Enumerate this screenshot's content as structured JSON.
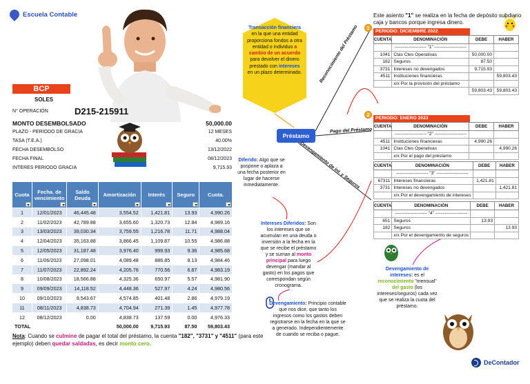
{
  "brand": {
    "name": "Escuela Contable"
  },
  "loan": {
    "bank": "BCP",
    "currency": "SOLES",
    "op_label": "N° OPERACIÓN",
    "op_value": "D215-215911",
    "rows": [
      {
        "label": "MONTO DESEMBOLSADO",
        "value": "50,000.00",
        "big": true
      },
      {
        "label": "PLAZO - PERIODO DE GRACIA",
        "value": "12 MESES"
      },
      {
        "label": "TASA (T.E.A.)",
        "value": "40.00%"
      },
      {
        "label": "FECHA DESEMBOLSO",
        "value": "13/12/2022"
      },
      {
        "label": "FECHA FINAL",
        "value": "08/12/2023"
      },
      {
        "label": "INTERES PERIODO GRACIA",
        "value": "9,715.93"
      }
    ]
  },
  "schedule": {
    "headers": [
      "Cuota",
      "Fecha. de vencimiento",
      "Saldo Deuda",
      "Amortización",
      "Interés",
      "Seguro",
      "Cuota."
    ],
    "rows": [
      [
        "1",
        "12/01/2023",
        "46,445.48",
        "3,554.52",
        "1,421.81",
        "13.93",
        "4,990.26"
      ],
      [
        "2",
        "11/02/2023",
        "42,789.88",
        "3,655.60",
        "1,320.73",
        "12.84",
        "4,989.16"
      ],
      [
        "3",
        "13/03/2023",
        "39,030.34",
        "3,759.55",
        "1,216.78",
        "11.71",
        "4,988.04"
      ],
      [
        "4",
        "12/04/2023",
        "35,163.88",
        "3,866.45",
        "1,109.87",
        "10.55",
        "4,986.88"
      ],
      [
        "5",
        "12/05/2023",
        "31,187.48",
        "3,976.40",
        "999.93",
        "9.36",
        "4,985.68"
      ],
      [
        "6",
        "11/06/2023",
        "27,098.01",
        "4,089.48",
        "886.85",
        "8.13",
        "4,984.46"
      ],
      [
        "7",
        "11/07/2023",
        "22,892.24",
        "4,205.76",
        "770.56",
        "6.87",
        "4,983.19"
      ],
      [
        "8",
        "10/08/2023",
        "18,566.88",
        "4,325.36",
        "650.97",
        "5.57",
        "4,981.90"
      ],
      [
        "9",
        "09/09/2023",
        "14,118.52",
        "4,448.36",
        "527.97",
        "4.24",
        "4,980.56"
      ],
      [
        "10",
        "09/10/2023",
        "9,543.67",
        "4,574.85",
        "401.48",
        "2.86",
        "4,979.19"
      ],
      [
        "11",
        "08/11/2023",
        "4,838.73",
        "4,704.94",
        "271.39",
        "1.45",
        "4,977.78"
      ],
      [
        "12",
        "08/12/2023",
        "0.00",
        "4,838.73",
        "137.59",
        "0.00",
        "4,976.33"
      ]
    ],
    "total": {
      "label": "TOTAL",
      "amortizacion": "50,000.00",
      "interes": "9,715.93",
      "seguro": "87.50",
      "cuota": "59,803.43"
    }
  },
  "nota": {
    "prefix": "Nota",
    "t1": ": Cuando se ",
    "culmine": "culmine",
    "t2": " de pagar el total del préstamo, la cuenta ",
    "accounts": "\"182\", \"3731\" y \"4511\"",
    "t3": " (para este ejemplo) deben ",
    "saldadas": "quedar saldadas",
    "t4": ", es decir ",
    "cero": "monto cero",
    "t5": "."
  },
  "concepts": {
    "hex": {
      "t1": "Transacción financiera",
      "t2": " en la que una entidad proporciona fondos a otra entidad o individuo ",
      "t3": "a cambio de un acuerdo",
      "t4": " para devolver el dinero prestado con ",
      "t5": "intereses",
      "t6": " en un plazo determinado."
    },
    "prestamo": "Préstamo",
    "edge_reconocimiento": "Reconocimiento del Préstamo",
    "edge_pago": "Pago del Préstamo",
    "edge_devengamiento": "Devengamiento de int. y Seguros",
    "diferido": {
      "title": "Diferido:",
      "body": " Algo que se pospone o aplaza a una fecha posterior en lugar de hacerse inmediatamente."
    },
    "intereses_diferidos": {
      "title": "Intereses Diferidos:",
      "body1": " Son los intereses que se acumulan en una deuda o inversión a la fecha en la que se recibe el préstamo y se suman al ",
      "monto": "monto principal",
      "body2": " para luego devengar (mandar al gasto) en los pagos que correspondan según cronograma."
    },
    "devengamiento": {
      "title": "Devengamiento:",
      "body": " Principio contable que nos dice, que tanto los ingresos como los gastos deben registrarse en la fecha en la que se a generado. Independientemente de cuando se reciba o pague."
    },
    "dev_intereses": {
      "title": "Devengamiento de intereses:",
      "t1": " es el ",
      "reconocimiento": "reconocimiento",
      "t2": " \"mensual\" ",
      "gasto": "del gasto",
      "t3": " (los intereses/seguros) cada vez que se realiza la cuota del préstamo."
    }
  },
  "journal": {
    "top_note": {
      "t1": "Este asiento ",
      "num": "\"1\"",
      "t2": " se realiza en la fecha de depósito subdiario caja y bancos porque ingresa dinero."
    },
    "col_cuenta": "CUENTA",
    "col_denom": "DENOMINACIÓN",
    "col_debe": "DEBE",
    "col_haber": "HABER",
    "period1": "PERIODO: DICIEMBRE 2022",
    "period2": "PERIODO: ENERO 2023",
    "badge1": "1",
    "badge2": "2",
    "e1": {
      "sep": "--------------------- \"1\" ---------------------",
      "rows": [
        [
          "1041",
          "Ctas Ctes Operativas",
          "50,000.00",
          ""
        ],
        [
          "182",
          "Seguros",
          "87.50",
          ""
        ],
        [
          "3731",
          "Intereses no devengados",
          "9,715.93",
          ""
        ],
        [
          "4511",
          "Instituciones financieras",
          "",
          "59,803.43"
        ]
      ],
      "gloss": "x/x Por la provisión del préstamo",
      "tot_debe": "59,803.43",
      "tot_haber": "59,803.43"
    },
    "e2": {
      "sep": "--------------------- \"2\" ---------------------",
      "rows": [
        [
          "4511",
          "Instituciones financieras",
          "4,990.26",
          ""
        ],
        [
          "1041",
          "Ctas Ctes Operativas",
          "",
          "4,990.26"
        ]
      ],
      "gloss": "x/x Por el pago del préstamo"
    },
    "e3": {
      "sep": "--------------------- \"3\" ---------------------",
      "rows": [
        [
          "67311",
          "Intereses financieras",
          "1,421.81",
          ""
        ],
        [
          "3731",
          "Intereses no devengados",
          "",
          "1,421.81"
        ]
      ],
      "gloss": "x/x Por el devengamiento de intereses"
    },
    "e4": {
      "sep": "--------------------- \"4\" ---------------------",
      "rows": [
        [
          "651",
          "Seguros",
          "13.93",
          ""
        ],
        [
          "182",
          "Seguros",
          "",
          "13.93"
        ]
      ],
      "gloss": "x/x Por el devengamiento de seguros"
    }
  },
  "logo": {
    "name": "DeContador"
  },
  "colors": {
    "accent_blue": "#2e5fd1",
    "header_red": "#e8431b",
    "table_blue": "#4f81bd",
    "magenta": "#c0187a",
    "green": "#7ab51d",
    "hex_yellow": "#f7d21a"
  }
}
